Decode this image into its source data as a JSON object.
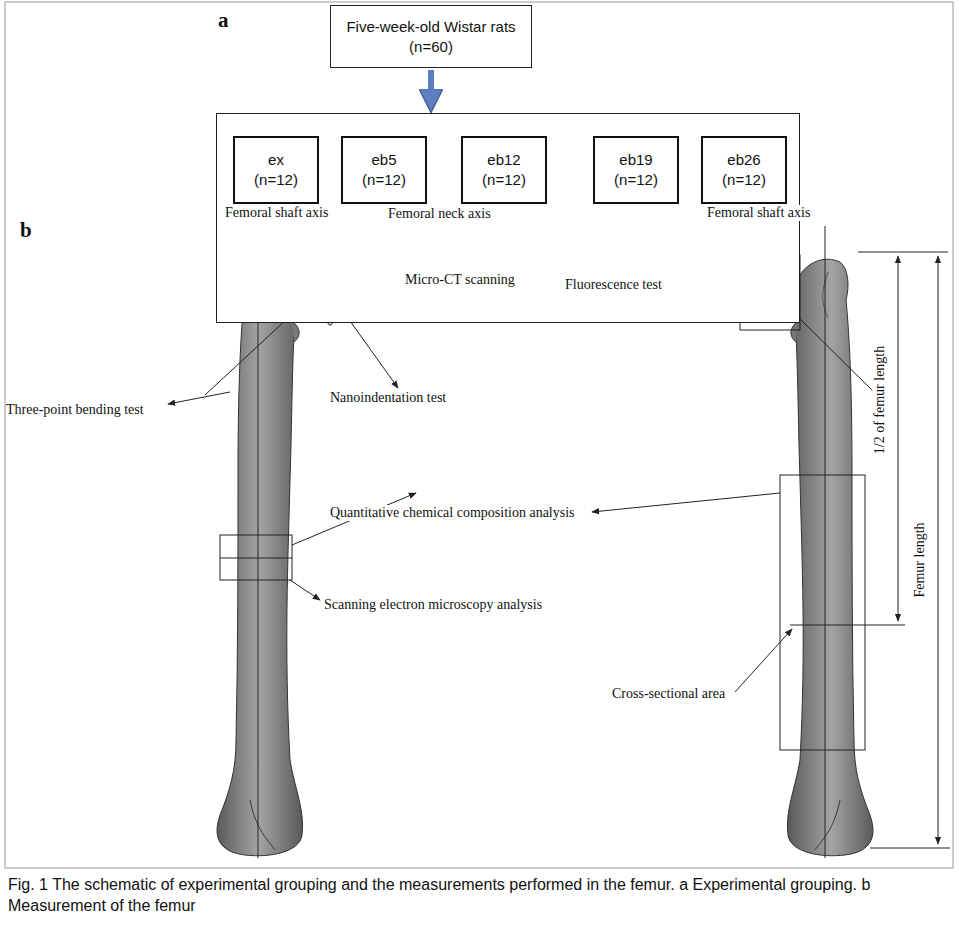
{
  "diagram": {
    "caption": "Fig. 1 The schematic of experimental grouping and the measurements performed in the femur. a Experimental grouping. b Measurement of the femur",
    "nodes": [
      {
        "text": [
          "Five-week-old Wistar rats (n=60)"
        ]
      },
      {
        "text": []
      },
      {
        "text": [
          "ex (n=12)"
        ],
        "in": 1
      },
      {
        "text": [
          "eb5 (n=12)"
        ],
        "in": 1
      },
      {
        "text": [
          "eb12 (n=12)"
        ],
        "in": 1
      },
      {
        "text": [
          "eb19 (n=12)"
        ],
        "in": 1
      },
      {
        "text": [
          "eb26 (n=12)"
        ],
        "in": 1
      }
    ],
    "edges": [
      {
        "from": 0,
        "to": 1,
        "arrow": "to"
      }
    ],
    "labels": [
      "a",
      "b",
      "Femoral shaft axis",
      "Femoral neck axis",
      "Micro-CT scanning",
      "Three-point bending test",
      "Nanoindentation test",
      "Scanning electron microscopy analysis",
      "Femoral shaft axis",
      "Fluorescence test",
      "Quantitative chemical composition analysis",
      "Cross-sectional area",
      "1/2 of femur length",
      "Femur length"
    ]
  }
}
